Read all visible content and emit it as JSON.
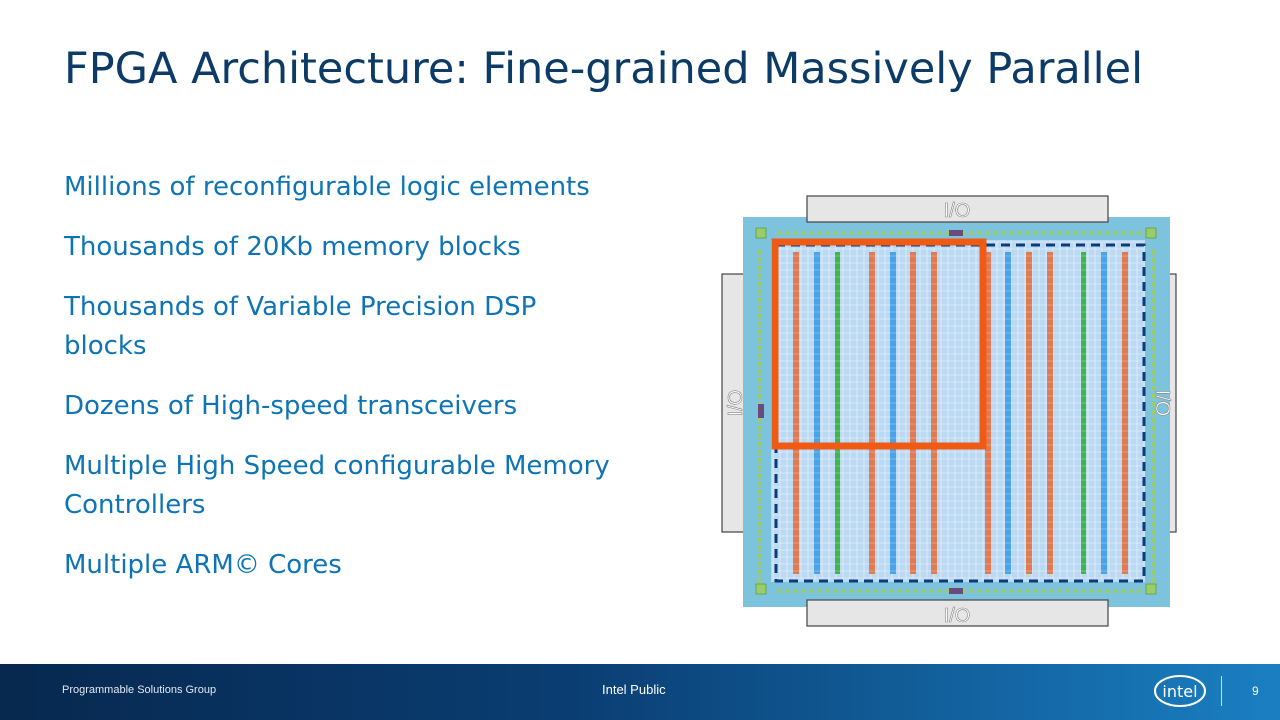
{
  "slide": {
    "title": "FPGA Architecture: Fine-grained Massively Parallel",
    "bullets": [
      "Millions of reconfigurable logic elements",
      "Thousands of 20Kb memory blocks",
      "Thousands of Variable Precision DSP blocks",
      "Dozens of High-speed transceivers",
      "Multiple High Speed configurable Memory Controllers",
      "Multiple ARM© Cores"
    ]
  },
  "diagram": {
    "io_top": "I/O",
    "io_bottom": "I/O",
    "io_left": "I/O",
    "io_right": "I/O",
    "colors": {
      "chip": "#7ec3de",
      "fabric": "#bcd9f3",
      "memory_column": "#e07a52",
      "dsp_column": "#4aa3e8",
      "arm_column": "#3fb54b",
      "highlight": "#ef5a14",
      "dashed_border": "#0b3b7a"
    }
  },
  "footer": {
    "group": "Programmable Solutions Group",
    "classification": "Intel Public",
    "logo_text": "intel",
    "page_number": "9"
  }
}
